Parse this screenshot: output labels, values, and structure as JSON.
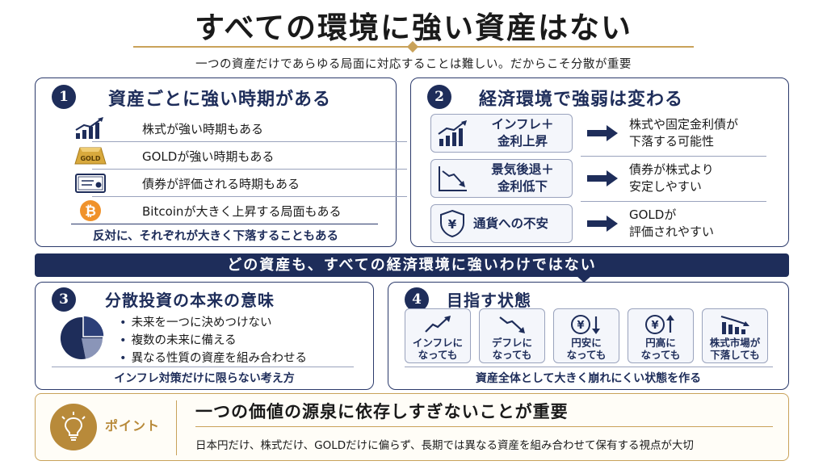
{
  "title": "すべての環境に強い資産はない",
  "subtitle": "一つの資産だけであらゆる局面に対応することは難しい。だからこそ分散が重要",
  "colors": {
    "navy": "#1e2d5a",
    "gold": "#c9a25a",
    "bitcoin": "#f0922b"
  },
  "card1": {
    "number": "1",
    "title": "資産ごとに強い時期がある",
    "items": [
      {
        "icon": "bar-chart-up-icon",
        "text": "株式が強い時期もある"
      },
      {
        "icon": "gold-bar-icon",
        "icon_text": "GOLD",
        "text": "GOLDが強い時期もある"
      },
      {
        "icon": "bond-certificate-icon",
        "text": "債券が評価される時期もある"
      },
      {
        "icon": "bitcoin-icon",
        "text": "Bitcoinが大きく上昇する局面もある"
      }
    ],
    "footer": "反対に、それぞれが大きく下落することもある"
  },
  "card2": {
    "number": "2",
    "title": "経済環境で強弱は変わる",
    "rows": [
      {
        "icon": "chart-up-icon",
        "line1": "インフレ＋",
        "line2": "金利上昇",
        "result1": "株式や固定金利債が",
        "result2": "下落する可能性"
      },
      {
        "icon": "chart-down-icon",
        "line1": "景気後退＋",
        "line2": "金利低下",
        "result1": "債券が株式より",
        "result2": "安定しやすい"
      },
      {
        "icon": "yen-shield-icon",
        "line1": "通貨への不安",
        "line2": "",
        "result1": "GOLDが",
        "result2": "評価されやすい"
      }
    ]
  },
  "banner": "どの資産も、すべての経済環境に強いわけではない",
  "card3": {
    "number": "3",
    "title": "分散投資の本来の意味",
    "bullets": [
      "未来を一つに決めつけない",
      "複数の未来に備える",
      "異なる性質の資産を組み合わせる"
    ],
    "footer": "インフレ対策だけに限らない考え方"
  },
  "card4": {
    "number": "4",
    "title": "目指す状態",
    "tiles": [
      {
        "icon": "trend-up-icon",
        "line1": "インフレに",
        "line2": "なっても"
      },
      {
        "icon": "trend-down-icon",
        "line1": "デフレに",
        "line2": "なっても"
      },
      {
        "icon": "yen-down-icon",
        "line1": "円安に",
        "line2": "なっても"
      },
      {
        "icon": "yen-up-icon",
        "line1": "円高に",
        "line2": "なっても"
      },
      {
        "icon": "market-down-icon",
        "line1": "株式市場が",
        "line2": "下落しても"
      }
    ],
    "footer": "資産全体として大きく崩れにくい状態を作る"
  },
  "point": {
    "label": "ポイント",
    "headline": "一つの価値の源泉に依存しすぎないことが重要",
    "body": "日本円だけ、株式だけ、GOLDだけに偏らず、長期では異なる資産を組み合わせて保有する視点が大切"
  }
}
